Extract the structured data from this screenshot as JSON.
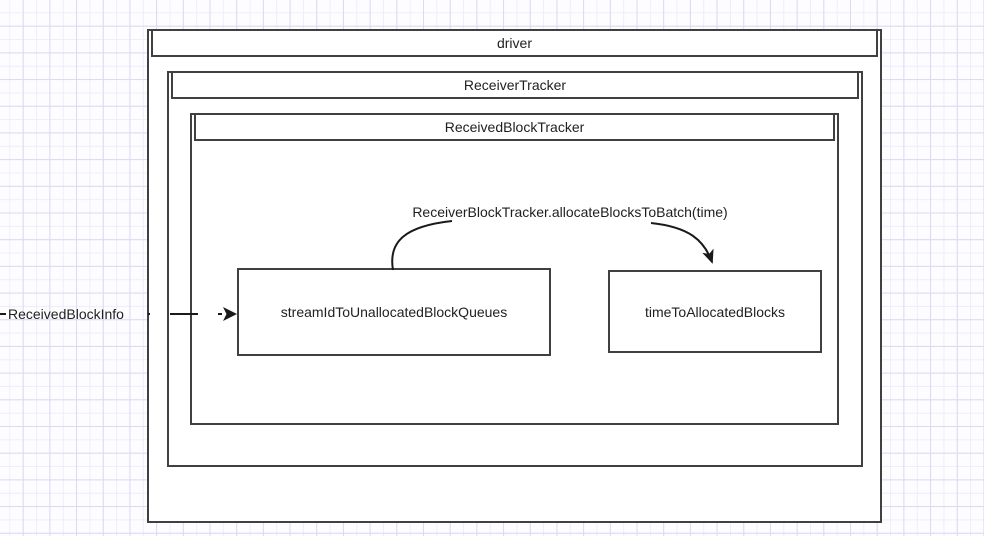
{
  "diagram": {
    "containers": {
      "driver": {
        "title": "driver"
      },
      "receiver_tracker": {
        "title": "ReceiverTracker"
      },
      "received_block_tracker": {
        "title": "ReceivedBlockTracker"
      }
    },
    "nodes": {
      "stream_queues": {
        "label": "streamIdToUnallocatedBlockQueues"
      },
      "time_blocks": {
        "label": "timeToAllocatedBlocks"
      }
    },
    "arrows": {
      "allocate_call": {
        "label": "ReceiverBlockTracker.allocateBlocksToBatch(time)",
        "style": "solid-curved",
        "from": "streamIdToUnallocatedBlockQueues",
        "to": "timeToAllocatedBlocks"
      },
      "received_block_info": {
        "label": "ReceivedBlockInfo",
        "style": "dashed",
        "to": "streamIdToUnallocatedBlockQueues"
      }
    },
    "colors": {
      "border": "#404040",
      "arrow": "#1a1a1a",
      "text": "#1f1f1f",
      "box_fill": "#ffffff",
      "background": "#fdfdff",
      "grid_minor": "#efedfa",
      "grid_major": "#dcd9f2"
    }
  }
}
